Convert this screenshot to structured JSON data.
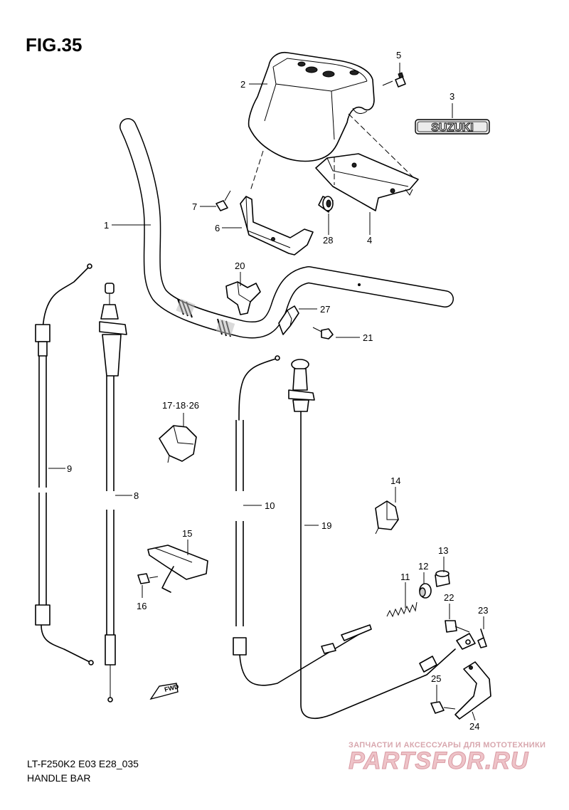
{
  "figure": {
    "title": "FIG.35",
    "model_code": "LT-F250K2 E03 E28_035",
    "subtitle": "HANDLE BAR"
  },
  "logo_text": "SUZUKI",
  "fwd_text": "FWD",
  "callouts": {
    "p1": "1",
    "p2": "2",
    "p3": "3",
    "p4": "4",
    "p5": "5",
    "p6": "6",
    "p7": "7",
    "p8": "8",
    "p9": "9",
    "p10": "10",
    "p11": "11",
    "p12": "12",
    "p13": "13",
    "p14": "14",
    "p15": "15",
    "p16": "16",
    "p17": "17·18·26",
    "p19": "19",
    "p20": "20",
    "p21": "21",
    "p22": "22",
    "p23": "23",
    "p24": "24",
    "p25": "25",
    "p27": "27",
    "p28": "28"
  },
  "watermark": {
    "subtitle": "ЗАПЧАСТИ И АКСЕССУАРЫ ДЛЯ МОТОТЕХНИКИ",
    "brand": "PARTSFOR.RU"
  },
  "colors": {
    "line": "#000000",
    "background": "#ffffff",
    "watermark": "#eec3c8"
  }
}
